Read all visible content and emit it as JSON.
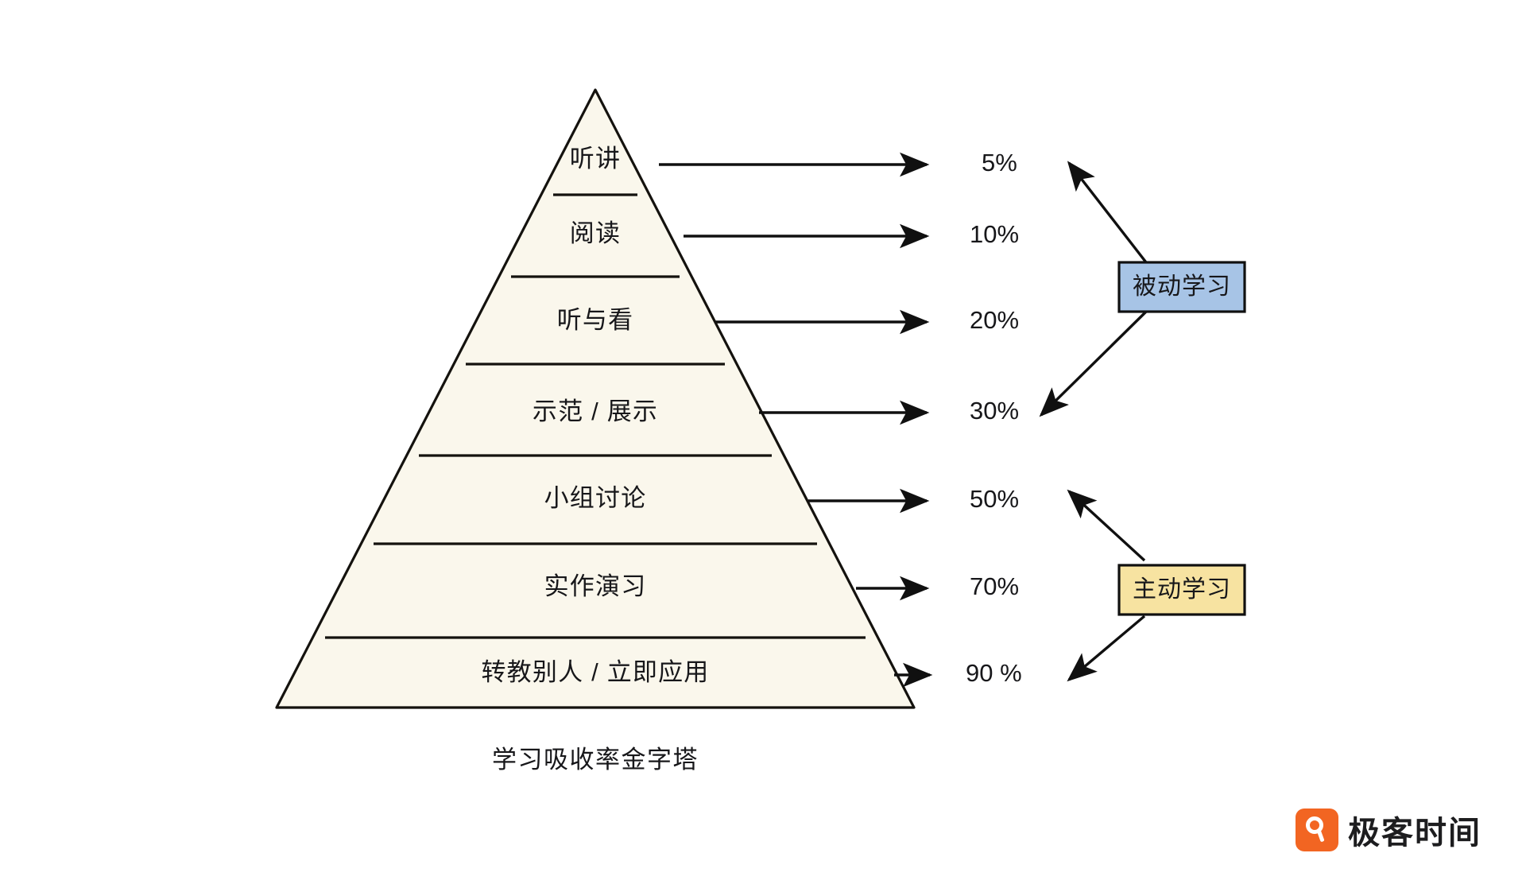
{
  "caption": "学习吸收率金字塔",
  "pyramid": {
    "levels": [
      {
        "label": "听讲",
        "percent": "5%"
      },
      {
        "label": "阅读",
        "percent": "10%"
      },
      {
        "label": "听与看",
        "percent": "20%"
      },
      {
        "label": "示范 / 展示",
        "percent": "30%"
      },
      {
        "label": "小组讨论",
        "percent": "50%"
      },
      {
        "label": "实作演习",
        "percent": "70%"
      },
      {
        "label": "转教别人 / 立即应用",
        "percent": "90 %"
      }
    ],
    "fill_color": "#faf7ec",
    "stroke_color": "#14120e"
  },
  "categories": [
    {
      "label": "被动学习",
      "color": "#a7c4e6",
      "border": "#101010"
    },
    {
      "label": "主动学习",
      "color": "#f7e3a1",
      "border": "#101010"
    }
  ],
  "logo": {
    "text": "极客时间",
    "mark": "geek-logo-mark",
    "color": "#f26522"
  }
}
